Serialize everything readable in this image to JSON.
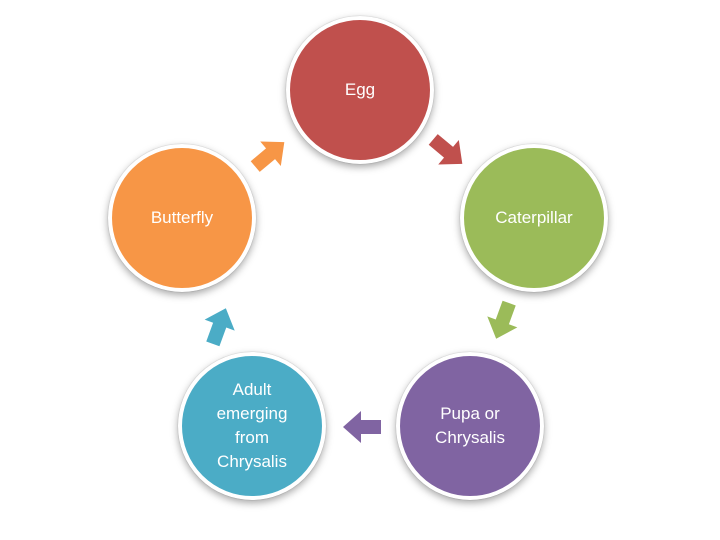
{
  "diagram": {
    "nodes": [
      {
        "id": "egg",
        "label": "Egg",
        "color": "#c0504d"
      },
      {
        "id": "caterpillar",
        "label": "Caterpillar",
        "color": "#9bbb59"
      },
      {
        "id": "pupa",
        "label": "Pupa or\nChrysalis",
        "color": "#8064a2"
      },
      {
        "id": "adult",
        "label": "Adult\nemerging\nfrom\nChrysalis",
        "color": "#4bacc6"
      },
      {
        "id": "butterfly",
        "label": "Butterfly",
        "color": "#f79646"
      }
    ],
    "arrows": [
      {
        "from": "egg",
        "to": "caterpillar",
        "color": "#c0504d"
      },
      {
        "from": "caterpillar",
        "to": "pupa",
        "color": "#9bbb59"
      },
      {
        "from": "pupa",
        "to": "adult",
        "color": "#8064a2"
      },
      {
        "from": "adult",
        "to": "butterfly",
        "color": "#4bacc6"
      },
      {
        "from": "butterfly",
        "to": "egg",
        "color": "#f79646"
      }
    ]
  }
}
